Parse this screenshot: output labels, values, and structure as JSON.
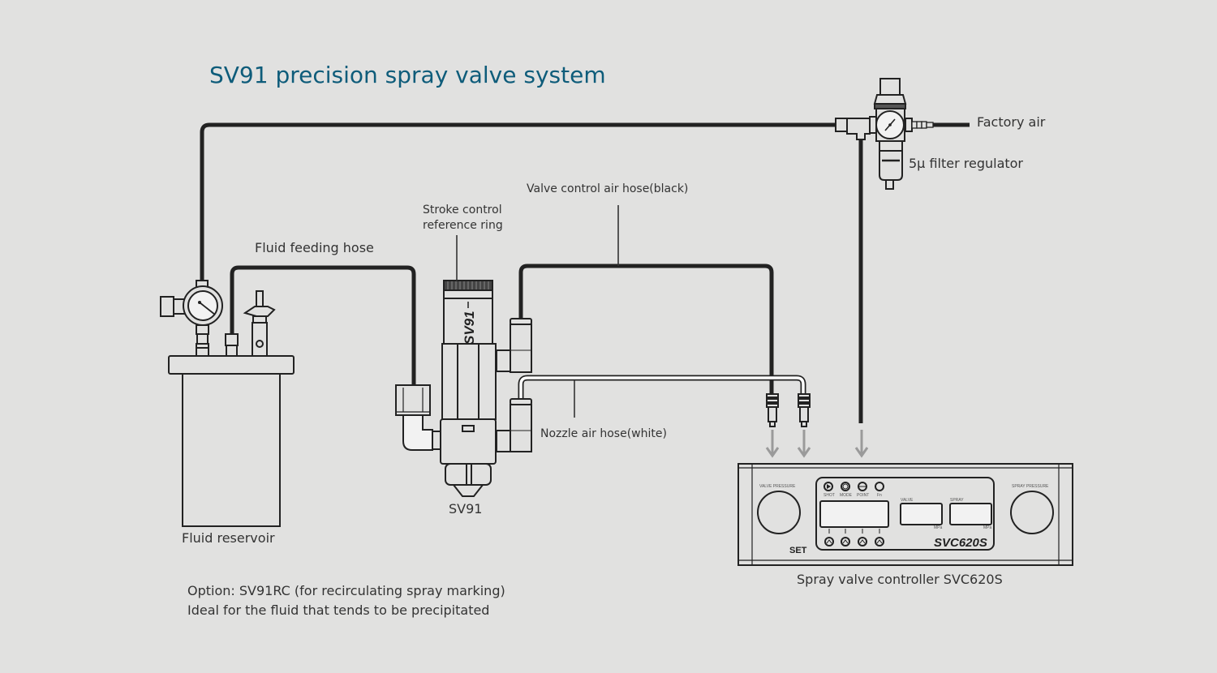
{
  "title": "SV91 precision spray valve system",
  "labels": {
    "factory_air": "Factory air",
    "filter_regulator": "5μ filter regulator",
    "valve_control_hose": "Valve control air hose(black)",
    "stroke_ring_line1": "Stroke control",
    "stroke_ring_line2": "reference ring",
    "fluid_feeding_hose": "Fluid feeding hose",
    "nozzle_air_hose": "Nozzle air hose(white)",
    "sv91": "SV91",
    "fluid_reservoir": "Fluid reservoir",
    "controller_caption": "Spray valve controller SVC620S"
  },
  "valve_body_mark": "SV91",
  "controller": {
    "brand": "SET",
    "model": "SVC620S",
    "valve_pressure_label": "VALVE PRESSURE",
    "spray_pressure_label": "SPRAY PRESSURE",
    "buttons": [
      {
        "label": "SHOT",
        "icon": "play-icon"
      },
      {
        "label": "MODE",
        "icon": "mode-icon"
      },
      {
        "label": "POINT",
        "icon": "point-icon"
      },
      {
        "label": "Fn",
        "icon": "fn-icon"
      }
    ],
    "valve_display_label": "VALVE",
    "spray_display_label": "SPRAY",
    "unit": "MPa"
  },
  "notes": {
    "line1": "Option: SV91RC (for recirculating spray marking)",
    "line2": "Ideal for the fluid that tends to be precipitated"
  },
  "colors": {
    "background": "#e1e1e0",
    "title": "#0e5c7a",
    "hose_black": "#222222",
    "arrow_gray": "#9a9a9a"
  }
}
